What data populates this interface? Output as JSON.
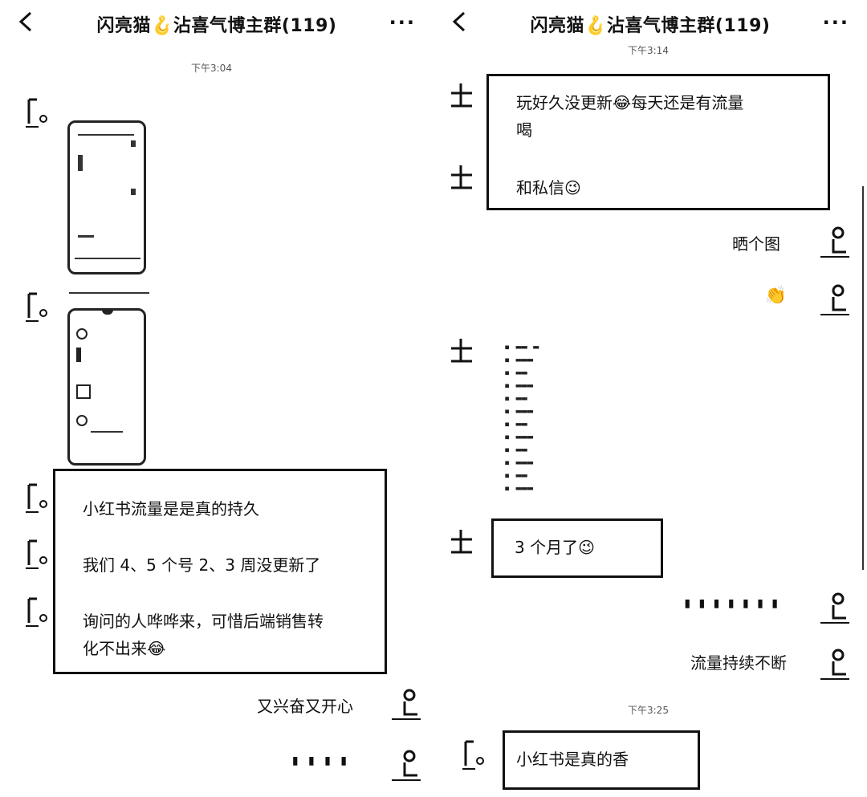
{
  "chat": {
    "title": "闪亮猫🪝沾喜气博主群(119)",
    "back_label": "‹",
    "more_label": "···"
  },
  "left": {
    "time_1": "下午3:04",
    "bubble_long": {
      "line1": "小红书流量是是真的持久",
      "line2": "我们 4、5 个号 2、3 周没更新了",
      "line3": "询问的人哗哗来，可惜后端销售转",
      "line4": "化不出来😂"
    },
    "my_msg_1": "又兴奋又开心",
    "my_msg_2": "▮ ▮ ▮ ▮"
  },
  "right": {
    "time_top": "下午3:14",
    "bubble_1": {
      "line1": "玩好久没更新😂每天还是有流量",
      "line2": "喝",
      "line3": "和私信😉"
    },
    "my_msg_1": "晒个图",
    "my_msg_2": "👏",
    "list_blur": "▪ ▬▬ ▬\n▪ ▬▬▬\n▪ ▬▬\n▪ ▬▬▬\n▪ ▬▬\n▪ ▬▬▬\n▪ ▬▬\n▪ ▬▬▬\n▪ ▬▬\n▪ ▬▬▬\n▪ ▬▬\n▪ ▬▬▬",
    "bubble_2": "3 个月了😉",
    "my_msg_3": "▮ ▮ ▮ ▮ ▮ ▮ ▮",
    "my_msg_4": "流量持续不断",
    "time_bottom": "下午3:25",
    "bubble_3": "小红书是真的香"
  }
}
